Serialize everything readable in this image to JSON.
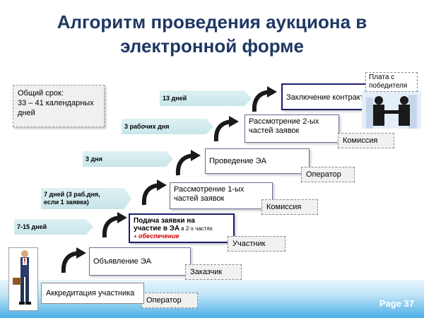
{
  "title_line1": "Алгоритм проведения аукциона в",
  "title_line2": "электронной форме",
  "note": {
    "line1": "Общий срок:",
    "line2": "33 – 41 календарных",
    "line3": "дней"
  },
  "arrows": [
    {
      "label": "13  дней"
    },
    {
      "label": "3  рабочих дня"
    },
    {
      "label": "3 дня"
    },
    {
      "label_line1": "7 дней (3 раб.дня,",
      "label_line2": "если 1 заявка)"
    },
    {
      "label": "7-15 дней"
    }
  ],
  "steps": {
    "contract": "Заключение контракта",
    "review2_line1": "Рассмотрение 2-ых",
    "review2_line2": "частей заявок",
    "conduct": "Проведение ЭА",
    "review1_line1": "Рассмотрение 1-ых",
    "review1_line2": "частей заявок",
    "submit_line1": "Подача заявки на",
    "submit_line2a": "участие в ЭА",
    "submit_line2b": " в 2-х частях",
    "submit_line3a": "+ ",
    "submit_line3b": "обеспечение",
    "announce": "Объявление ЭА",
    "accreditation": "Аккредитация участника"
  },
  "tags": {
    "commission_top": "Комиссия",
    "operator_mid": "Оператор",
    "commission_mid": "Комиссия",
    "participant": "Участник",
    "customer": "Заказчик",
    "operator_bottom": "Оператор"
  },
  "payment_line1": "Плата с",
  "payment_line2": "победителя",
  "page_label": "Page 37",
  "colors": {
    "title": "#1f3864",
    "arrow_fill": "#c7e6ea",
    "curl": "#1a1a1a",
    "footer": "#4aaee6"
  }
}
